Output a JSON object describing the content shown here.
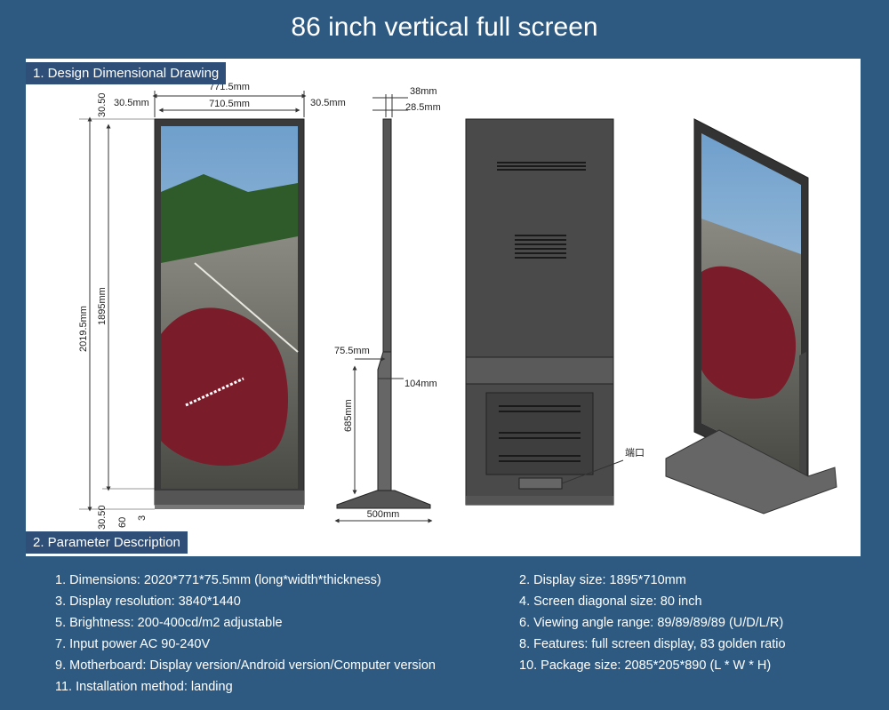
{
  "title": "86  inch vertical full screen",
  "sections": {
    "drawing": "1. Design Dimensional Drawing",
    "params": "2. Parameter Description"
  },
  "dimensions": {
    "width_total": "771.5mm",
    "margin_left": "30.5mm",
    "width_screen": "710.5mm",
    "margin_right": "30.5mm",
    "top_small": "30.50",
    "height_total": "2019.5mm",
    "height_screen": "1895mm",
    "bottom_small": "30.50",
    "bottom_60": "60",
    "bottom_3": "3",
    "depth_38": "38mm",
    "depth_285": "28.5mm",
    "depth_755": "75.5mm",
    "depth_104": "104mm",
    "height_685": "685mm",
    "base_500": "500mm",
    "port_label": "端口"
  },
  "parameters": [
    "1. Dimensions: 2020*771*75.5mm (long*width*thickness)",
    "2.  Display size: 1895*710mm",
    "3. Display resolution: 3840*1440",
    "4.  Screen diagonal size: 80 inch",
    "5. Brightness: 200-400cd/m2 adjustable",
    "6.  Viewing angle range: 89/89/89/89 (U/D/L/R)",
    "7. Input power AC 90-240V",
    "8. Features: full screen display, 83 golden ratio",
    "9. Motherboard: Display version/Android version/Computer version",
    "10.  Package size: 2085*205*890 (L * W * H)",
    "11. Installation method: landing"
  ]
}
